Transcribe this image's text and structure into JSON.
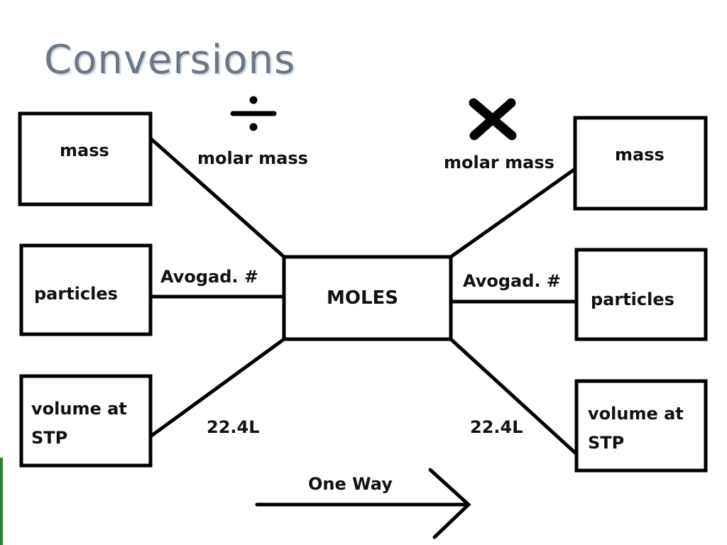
{
  "title": "Conversions",
  "center": {
    "label": "MOLES"
  },
  "left_boxes": [
    {
      "line1": "mass",
      "line2": ""
    },
    {
      "line1": "particles",
      "line2": ""
    },
    {
      "line1": "volume at",
      "line2": "STP"
    }
  ],
  "right_boxes": [
    {
      "line1": "mass",
      "line2": ""
    },
    {
      "line1": "particles",
      "line2": ""
    },
    {
      "line1": "volume at",
      "line2": "STP"
    }
  ],
  "left_links": {
    "mass": "molar mass",
    "particles": "Avogad. #",
    "volume": "22.4L",
    "operator": "divide-icon"
  },
  "right_links": {
    "mass": "molar mass",
    "particles": "Avogad. #",
    "volume": "22.4L",
    "operator": "multiply-icon"
  },
  "direction": {
    "label": "One Way",
    "icon": "right-arrow-icon"
  },
  "colors": {
    "title": "#6b7785",
    "accent": "#2f7d32",
    "ink": "#000000"
  }
}
